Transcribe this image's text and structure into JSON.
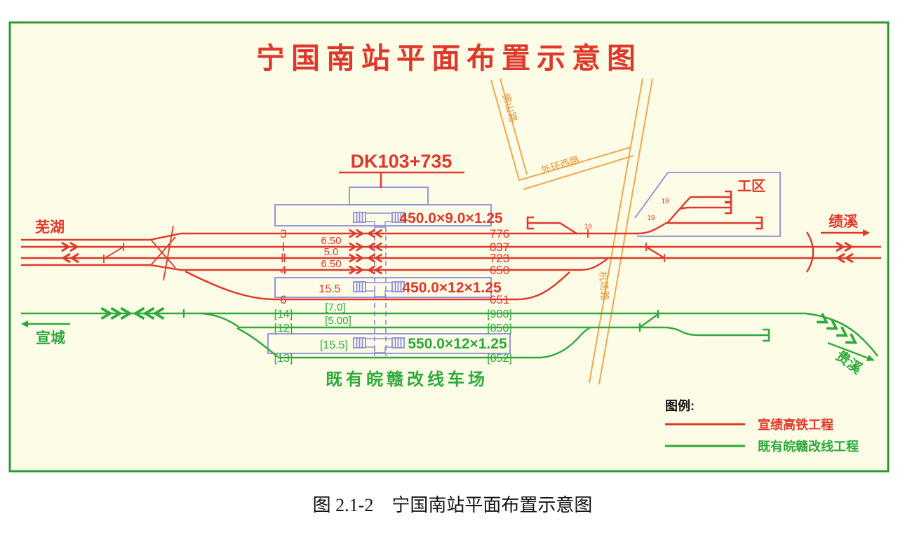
{
  "figure": {
    "title": "宁国南站平面布置示意图",
    "caption": "图 2.1-2　宁国南站平面布置示意图",
    "chainage": "DK103+735",
    "yard_label": "既有皖赣改线车场",
    "work_area_label": "工区"
  },
  "directions": {
    "wuhu": "芜湖",
    "xuancheng": "宣城",
    "jixi": "绩溪",
    "guixi": "贵溪"
  },
  "roads": {
    "foshan": "佛山路",
    "waihuanxi": "外环西路",
    "jichang": "机场路"
  },
  "platforms": [
    {
      "id": "platform-1",
      "label": "450.0×9.0×1.25"
    },
    {
      "id": "platform-2",
      "label": "450.0×12×1.25",
      "width": "15.5"
    },
    {
      "id": "platform-3",
      "label": "550.0×12×1.25",
      "width": "[15.5]"
    }
  ],
  "tracks": {
    "red": [
      {
        "number": "3",
        "length": "776"
      },
      {
        "number": "Ⅰ",
        "length": "837"
      },
      {
        "number": "Ⅱ",
        "length": "723"
      },
      {
        "number": "4",
        "length": "650"
      },
      {
        "number": "6",
        "length": "651"
      }
    ],
    "green": [
      {
        "number": "[14]",
        "length": "[988]"
      },
      {
        "number": "[12]",
        "length": "[850]"
      },
      {
        "number": "[13]",
        "length": "[852]"
      }
    ],
    "spacings": {
      "red": [
        "6.50",
        "5.0",
        "6.50"
      ],
      "green": [
        "[7.0]",
        "[5.00]"
      ]
    }
  },
  "turnouts": {
    "labels": [
      "19",
      "19",
      "19"
    ]
  },
  "legend": {
    "title": "图例:",
    "items": [
      {
        "label": "宣绩高铁工程",
        "color": "#DF382B"
      },
      {
        "label": "既有皖赣改线工程",
        "color": "#2EA93B"
      }
    ]
  },
  "colors": {
    "red": "#DF382B",
    "green": "#2EA93B",
    "blue": "#8C8CDC",
    "orange": "#EFA751",
    "cream": "#FCFCE7",
    "border_green": "#2E9837",
    "black": "#141414"
  }
}
